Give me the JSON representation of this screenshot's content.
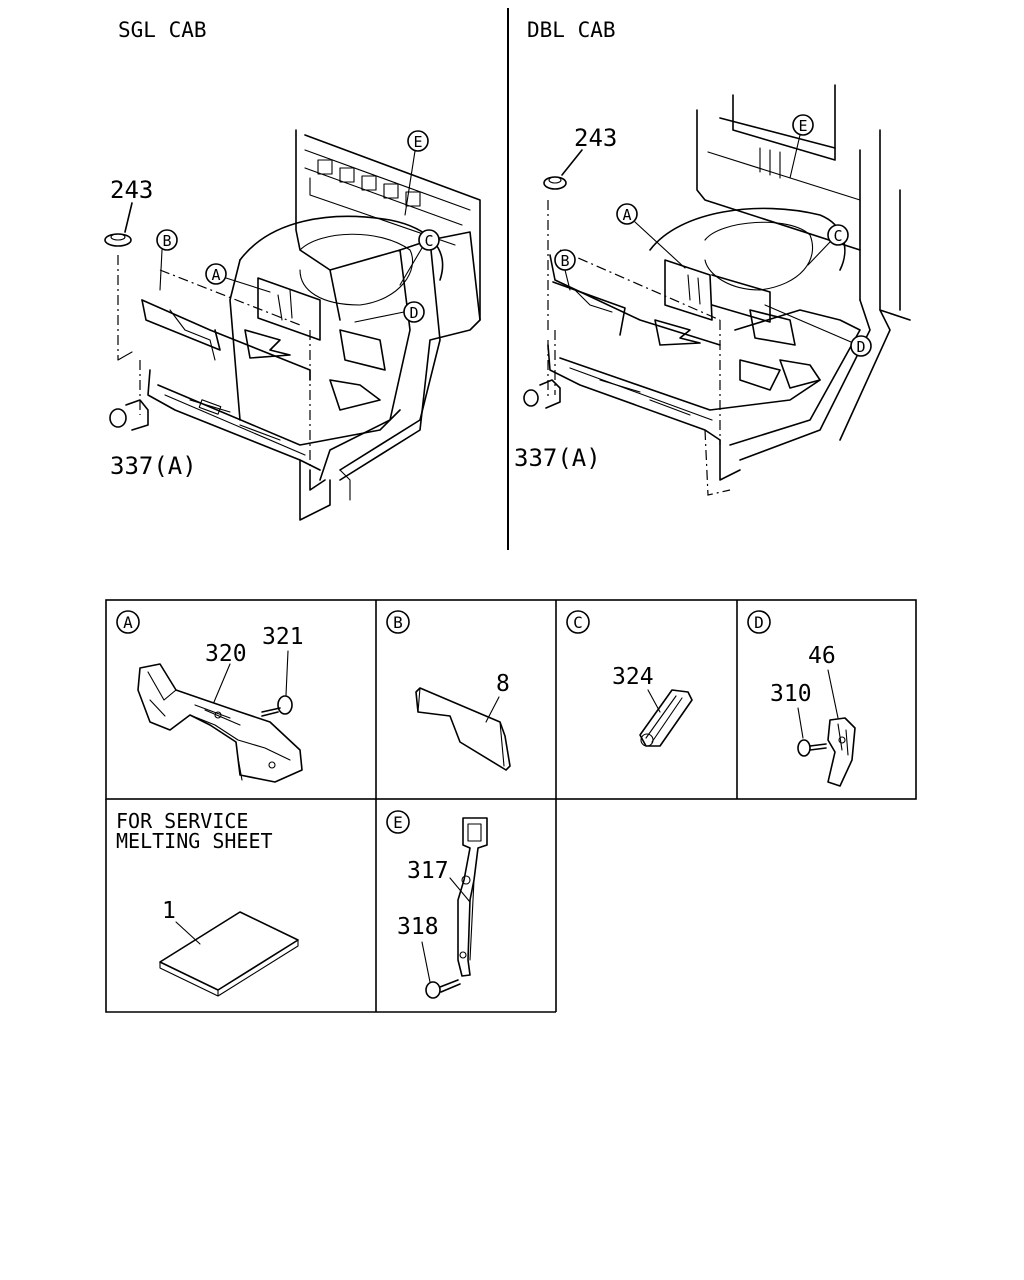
{
  "diagram": {
    "sections": {
      "sgl_cab": "SGL CAB",
      "dbl_cab": "DBL CAB"
    },
    "callouts": {
      "sgl": {
        "part_243": "243",
        "part_337a": "337(A)",
        "B": "B",
        "A": "A",
        "C": "C",
        "D": "D",
        "E": "E"
      },
      "dbl": {
        "part_243": "243",
        "part_337a": "337(A)",
        "B": "B",
        "A": "A",
        "C": "C",
        "D": "D",
        "E": "E"
      }
    },
    "detail_panels": {
      "A": {
        "letter": "A",
        "parts": [
          "320",
          "321"
        ]
      },
      "B": {
        "letter": "B",
        "parts": [
          "8"
        ]
      },
      "C": {
        "letter": "C",
        "parts": [
          "324"
        ]
      },
      "D": {
        "letter": "D",
        "parts": [
          "46",
          "310"
        ]
      },
      "service": {
        "line1": "FOR SERVICE",
        "line2": "MELTING SHEET",
        "parts": [
          "1"
        ]
      },
      "E": {
        "letter": "E",
        "parts": [
          "317",
          "318"
        ]
      }
    }
  }
}
